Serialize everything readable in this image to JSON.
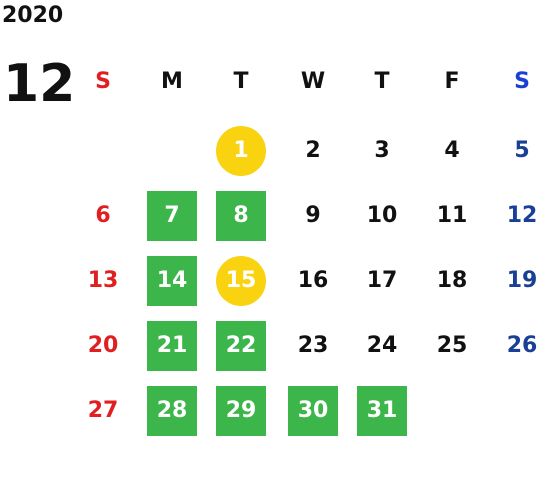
{
  "year": "2020",
  "month": "12",
  "weekday_headers": [
    {
      "label": "S",
      "color": "#e02020"
    },
    {
      "label": "M",
      "color": "#111111"
    },
    {
      "label": "T",
      "color": "#111111"
    },
    {
      "label": "W",
      "color": "#111111"
    },
    {
      "label": "T",
      "color": "#111111"
    },
    {
      "label": "F",
      "color": "#111111"
    },
    {
      "label": "S",
      "color": "#1a3fd6"
    }
  ],
  "colors": {
    "sunday": "#e02020",
    "saturday": "#1a3f96",
    "green_highlight": "#3cb54a",
    "yellow_highlight": "#f9d210"
  },
  "weeks": [
    [
      null,
      null,
      {
        "day": "1",
        "mark": "yellow"
      },
      {
        "day": "2"
      },
      {
        "day": "3"
      },
      {
        "day": "4"
      },
      {
        "day": "5"
      }
    ],
    [
      {
        "day": "6"
      },
      {
        "day": "7",
        "mark": "green"
      },
      {
        "day": "8",
        "mark": "green"
      },
      {
        "day": "9"
      },
      {
        "day": "10"
      },
      {
        "day": "11"
      },
      {
        "day": "12"
      }
    ],
    [
      {
        "day": "13"
      },
      {
        "day": "14",
        "mark": "green"
      },
      {
        "day": "15",
        "mark": "yellow"
      },
      {
        "day": "16"
      },
      {
        "day": "17"
      },
      {
        "day": "18"
      },
      {
        "day": "19"
      }
    ],
    [
      {
        "day": "20"
      },
      {
        "day": "21",
        "mark": "green"
      },
      {
        "day": "22",
        "mark": "green"
      },
      {
        "day": "23"
      },
      {
        "day": "24"
      },
      {
        "day": "25"
      },
      {
        "day": "26"
      }
    ],
    [
      {
        "day": "27"
      },
      {
        "day": "28",
        "mark": "green"
      },
      {
        "day": "29",
        "mark": "green"
      },
      {
        "day": "30",
        "mark": "green"
      },
      {
        "day": "31",
        "mark": "green"
      },
      null,
      null
    ]
  ]
}
